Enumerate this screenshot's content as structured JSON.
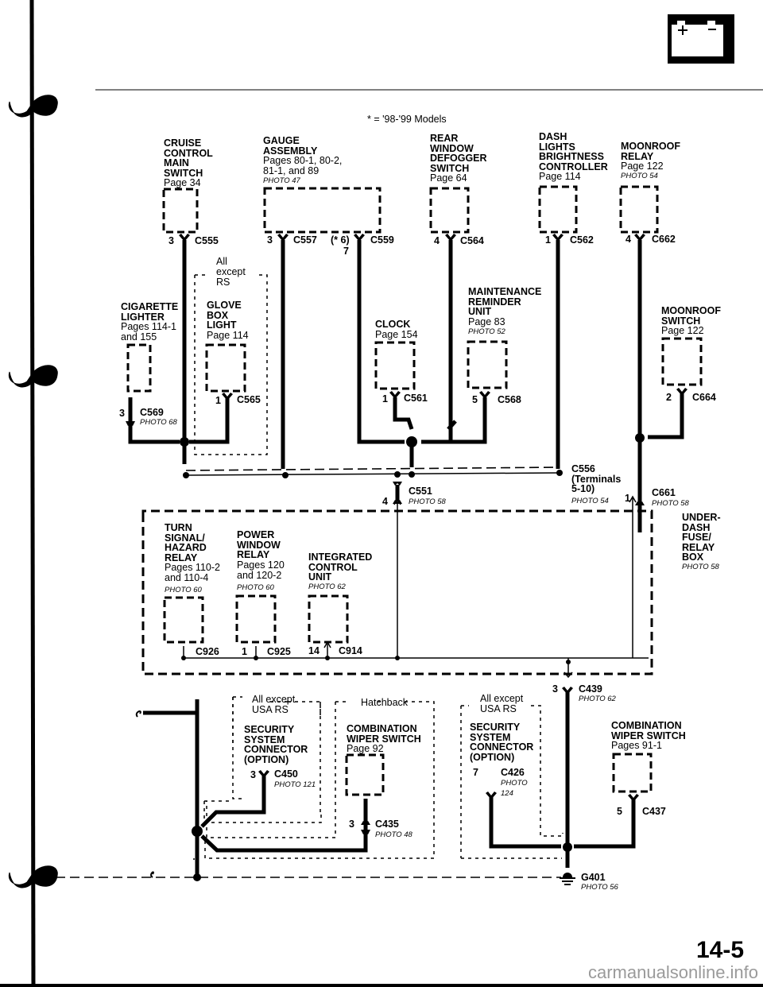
{
  "header": {
    "battery_icon": "battery-icon",
    "models_note": "* = '98-'99 Models"
  },
  "components": {
    "cruise": {
      "title": [
        "CRUISE",
        "CONTROL",
        "MAIN",
        "SWITCH"
      ],
      "page": "Page 34",
      "photo": ""
    },
    "gauge": {
      "title": [
        "GAUGE",
        "ASSEMBLY"
      ],
      "page": [
        "Pages 80-1, 80-2,",
        "81-1, and 89"
      ],
      "photo": "PHOTO 47"
    },
    "defogger": {
      "title": [
        "REAR",
        "WINDOW",
        "DEFOGGER",
        "SWITCH"
      ],
      "page": "Page 64"
    },
    "dash_lights": {
      "title": [
        "DASH",
        "LIGHTS",
        "BRIGHTNESS",
        "CONTROLLER"
      ],
      "page": "Page 114"
    },
    "moonroof_relay": {
      "title": [
        "MOONROOF",
        "RELAY"
      ],
      "page": "Page 122",
      "photo": "PHOTO 54"
    },
    "cigarette": {
      "title": [
        "CIGARETTE",
        "LIGHTER"
      ],
      "page": [
        "Pages 114-1",
        "and 155"
      ]
    },
    "glove_box": {
      "title": [
        "GLOVE",
        "BOX",
        "LIGHT"
      ],
      "page": "Page 114",
      "option_note": [
        "All",
        "except",
        "RS"
      ]
    },
    "clock": {
      "title": [
        "CLOCK"
      ],
      "page": "Page 154"
    },
    "maintenance": {
      "title": [
        "MAINTENANCE",
        "REMINDER",
        "UNIT"
      ],
      "page": "Page 83",
      "photo": "PHOTO 52"
    },
    "moonroof_switch": {
      "title": [
        "MOONROOF",
        "SWITCH"
      ],
      "page": "Page 122"
    },
    "turn_signal": {
      "title": [
        "TURN",
        "SIGNAL/",
        "HAZARD",
        "RELAY"
      ],
      "page": [
        "Pages 110-2",
        "and 110-4"
      ],
      "photo": "PHOTO 60"
    },
    "power_window": {
      "title": [
        "POWER",
        "WINDOW",
        "RELAY"
      ],
      "page": [
        "Pages 120",
        "and 120-2"
      ],
      "photo": "PHOTO 60"
    },
    "icu": {
      "title": [
        "INTEGRATED",
        "CONTROL",
        "UNIT"
      ],
      "photo": "PHOTO 62"
    },
    "underdash": {
      "title": [
        "UNDER-",
        "DASH",
        "FUSE/",
        "RELAY",
        "BOX"
      ],
      "photo": "PHOTO 58"
    },
    "security1": {
      "title": [
        "SECURITY",
        "SYSTEM",
        "CONNECTOR",
        "(OPTION)"
      ],
      "option_note": [
        "All except",
        "USA RS"
      ]
    },
    "wiper_hatch": {
      "title": [
        "COMBINATION",
        "WIPER SWITCH"
      ],
      "page": "Page 92",
      "option_note": "Hatchback"
    },
    "security2": {
      "title": [
        "SECURITY",
        "SYSTEM",
        "CONNECTOR",
        "(OPTION)"
      ],
      "option_note": [
        "All except",
        "USA RS"
      ]
    },
    "wiper_main": {
      "title": [
        "COMBINATION",
        "WIPER SWITCH"
      ],
      "page": "Pages 91-1"
    }
  },
  "connectors": {
    "c555": {
      "id": "C555",
      "pin": "3"
    },
    "c557": {
      "id": "C557",
      "pin": "3"
    },
    "c559": {
      "id": "C559",
      "pin": "7",
      "alt": "(* 6)"
    },
    "c564": {
      "id": "C564",
      "pin": "4"
    },
    "c562": {
      "id": "C562",
      "pin": "1"
    },
    "c662": {
      "id": "C662",
      "pin": "4"
    },
    "c569": {
      "id": "C569",
      "pin": "3",
      "photo": "PHOTO 68"
    },
    "c565": {
      "id": "C565",
      "pin": "1"
    },
    "c561": {
      "id": "C561",
      "pin": "1"
    },
    "c568": {
      "id": "C568",
      "pin": "5"
    },
    "c664": {
      "id": "C664",
      "pin": "2"
    },
    "c556": {
      "id": "C556",
      "detail": [
        "(Terminals",
        "5-10)"
      ],
      "photo": "PHOTO 54"
    },
    "c551": {
      "id": "C551",
      "pin": "4",
      "photo": "PHOTO 58"
    },
    "c661": {
      "id": "C661",
      "pin": "1",
      "photo": "PHOTO 58"
    },
    "c926": {
      "id": "C926"
    },
    "c925": {
      "id": "C925",
      "pin": "1"
    },
    "c914": {
      "id": "C914",
      "pin": "14"
    },
    "c439": {
      "id": "C439",
      "pin": "3",
      "photo": "PHOTO 62"
    },
    "c450": {
      "id": "C450",
      "pin": "3",
      "photo": "PHOTO 121"
    },
    "c426": {
      "id": "C426",
      "pin": "7",
      "photo": [
        "PHOTO",
        "124"
      ]
    },
    "c435": {
      "id": "C435",
      "pin": "3",
      "photo": "PHOTO 48"
    },
    "c437": {
      "id": "C437",
      "pin": "5"
    },
    "g401": {
      "id": "G401",
      "photo": "PHOTO 56"
    }
  },
  "footer": {
    "page_number": "14-5",
    "watermark": "carmanualsonline.info"
  }
}
